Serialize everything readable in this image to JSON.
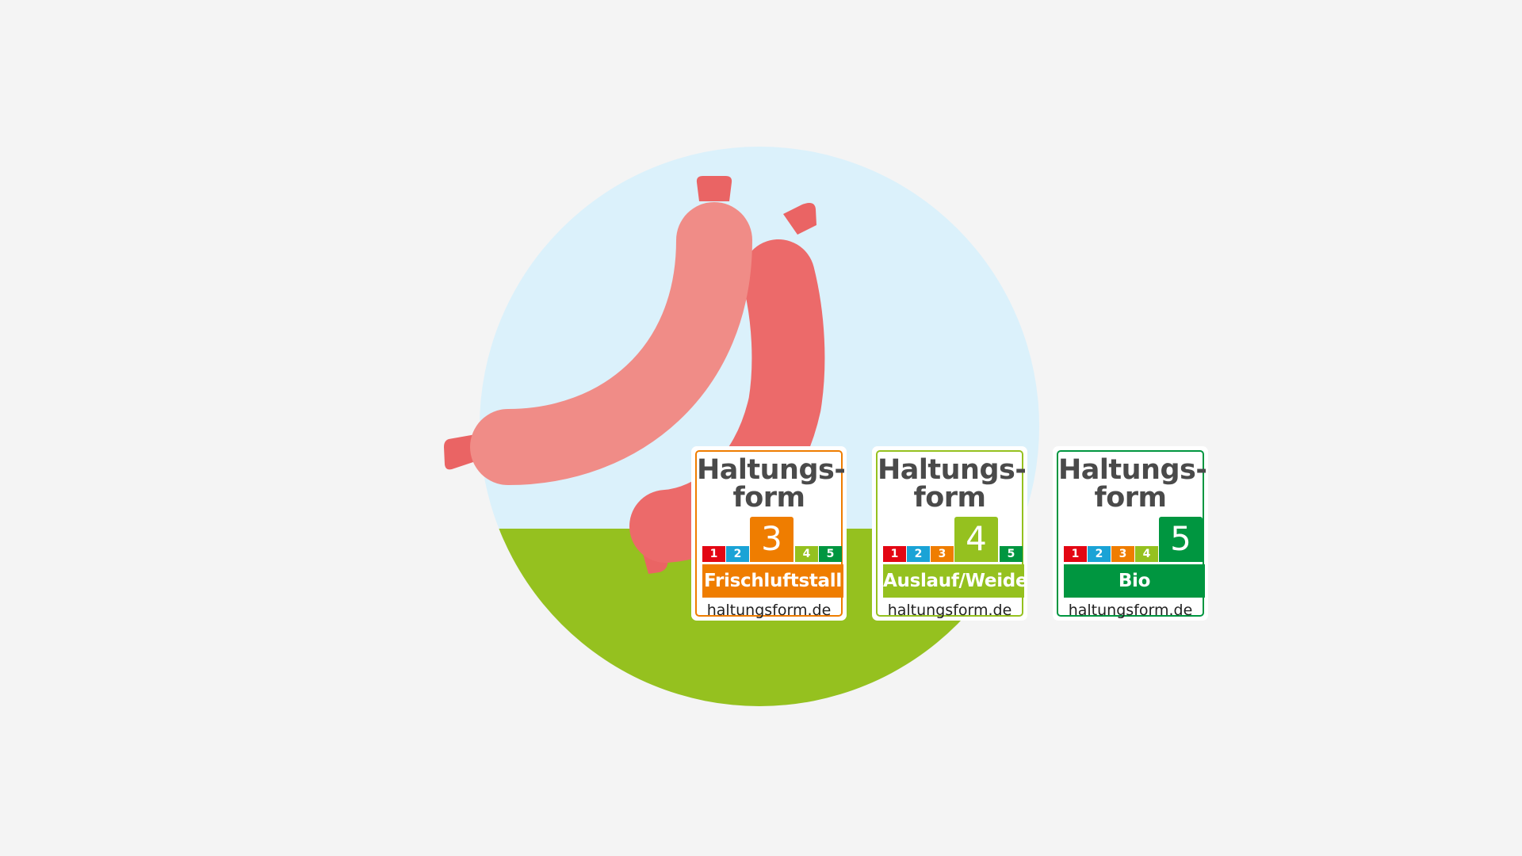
{
  "colors": {
    "background": "#f4f4f4",
    "sky": "#dbf1fb",
    "grass": "#95c11f",
    "sausage_light": "#f08c87",
    "sausage_dark": "#ec6a6a",
    "sausage_tie": "#ea6464",
    "level_1": "#e30613",
    "level_2": "#1aa3d6",
    "level_3": "#ef7d00",
    "level_4": "#95c11f",
    "level_5": "#009640",
    "title_text": "#4a4a4a"
  },
  "illustration": {
    "icon": "sausages-in-meadow-illustration"
  },
  "labels": [
    {
      "title_line1": "Haltungs-",
      "title_line2": "form",
      "level": 3,
      "scale": [
        "1",
        "2",
        "3",
        "4",
        "5"
      ],
      "level_label": "Frischluftstall",
      "website": "haltungsform.de",
      "accent": "#ef7d00"
    },
    {
      "title_line1": "Haltungs-",
      "title_line2": "form",
      "level": 4,
      "scale": [
        "1",
        "2",
        "3",
        "4",
        "5"
      ],
      "level_label": "Auslauf/Weide",
      "website": "haltungsform.de",
      "accent": "#95c11f"
    },
    {
      "title_line1": "Haltungs-",
      "title_line2": "form",
      "level": 5,
      "scale": [
        "1",
        "2",
        "3",
        "4",
        "5"
      ],
      "level_label": "Bio",
      "website": "haltungsform.de",
      "accent": "#009640"
    }
  ]
}
